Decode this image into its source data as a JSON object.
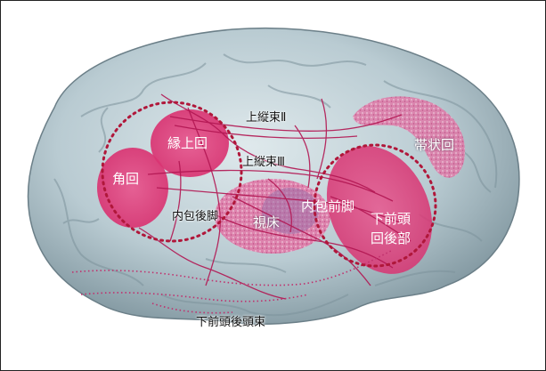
{
  "labels": {
    "slf2": "上縦束Ⅱ",
    "slf3": "上縦束Ⅲ",
    "supramarginal": "縁上回",
    "angular": "角回",
    "plic": "内包後脚",
    "thalamus": "視床",
    "alic": "内包前脚",
    "cingulate": "帯状回",
    "ifg_line1": "下前頭",
    "ifg_line2": "回後部",
    "ifof": "下前頭後頭束"
  },
  "colors": {
    "brain": "#b9cbd2",
    "region": "#e0407f",
    "fiber": "#b21652",
    "dotted_circle": "#b0173a"
  }
}
